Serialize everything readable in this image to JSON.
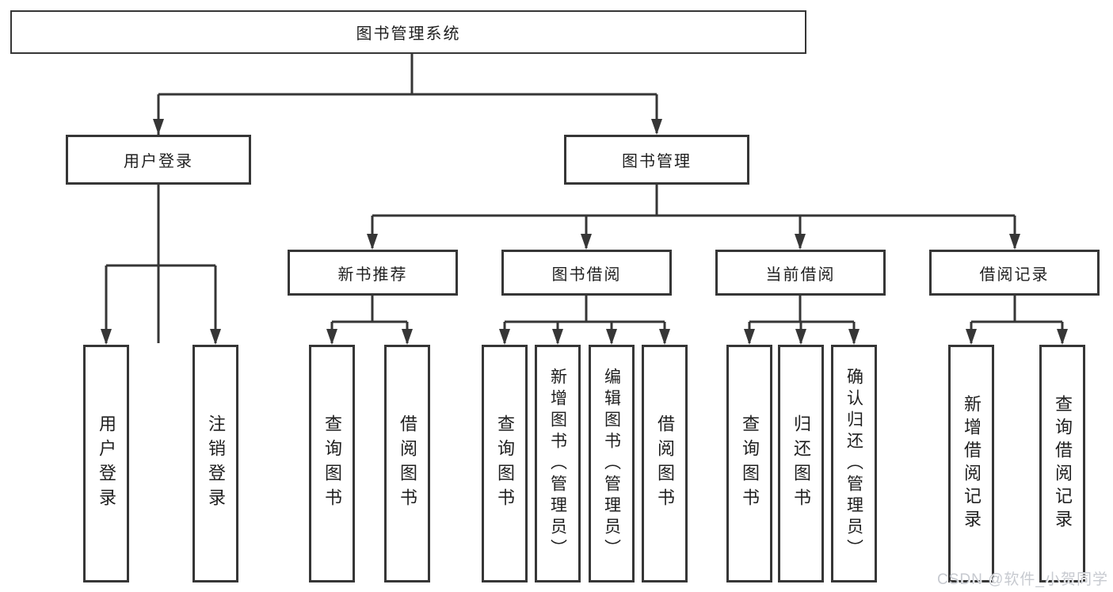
{
  "diagram_title": "图书管理系统",
  "tree": {
    "root": {
      "label": "图书管理系统",
      "children": [
        {
          "label": "用户登录",
          "children": [
            {
              "label": "用户登录"
            },
            {
              "label": "注销登录"
            }
          ]
        },
        {
          "label": "图书管理",
          "children": [
            {
              "label": "新书推荐",
              "children": [
                {
                  "label": "查询图书"
                },
                {
                  "label": "借阅图书"
                }
              ]
            },
            {
              "label": "图书借阅",
              "children": [
                {
                  "label": "查询图书"
                },
                {
                  "label": "新增图书（管理员）"
                },
                {
                  "label": "编辑图书（管理员）"
                },
                {
                  "label": "借阅图书"
                }
              ]
            },
            {
              "label": "当前借阅",
              "children": [
                {
                  "label": "查询图书"
                },
                {
                  "label": "归还图书"
                },
                {
                  "label": "确认归还（管理员）"
                }
              ]
            },
            {
              "label": "借阅记录",
              "children": [
                {
                  "label": "新增借阅记录"
                },
                {
                  "label": "查询借阅记录"
                }
              ]
            }
          ]
        }
      ]
    }
  },
  "watermark": {
    "text": "CSDN @软件_小贺同学"
  },
  "colors": {
    "line": "#363636",
    "box_border": "#363636",
    "box_fill": "#ffffff",
    "text": "#1f1f1f",
    "watermark": "#c7cad0",
    "background": "#ffffff"
  }
}
